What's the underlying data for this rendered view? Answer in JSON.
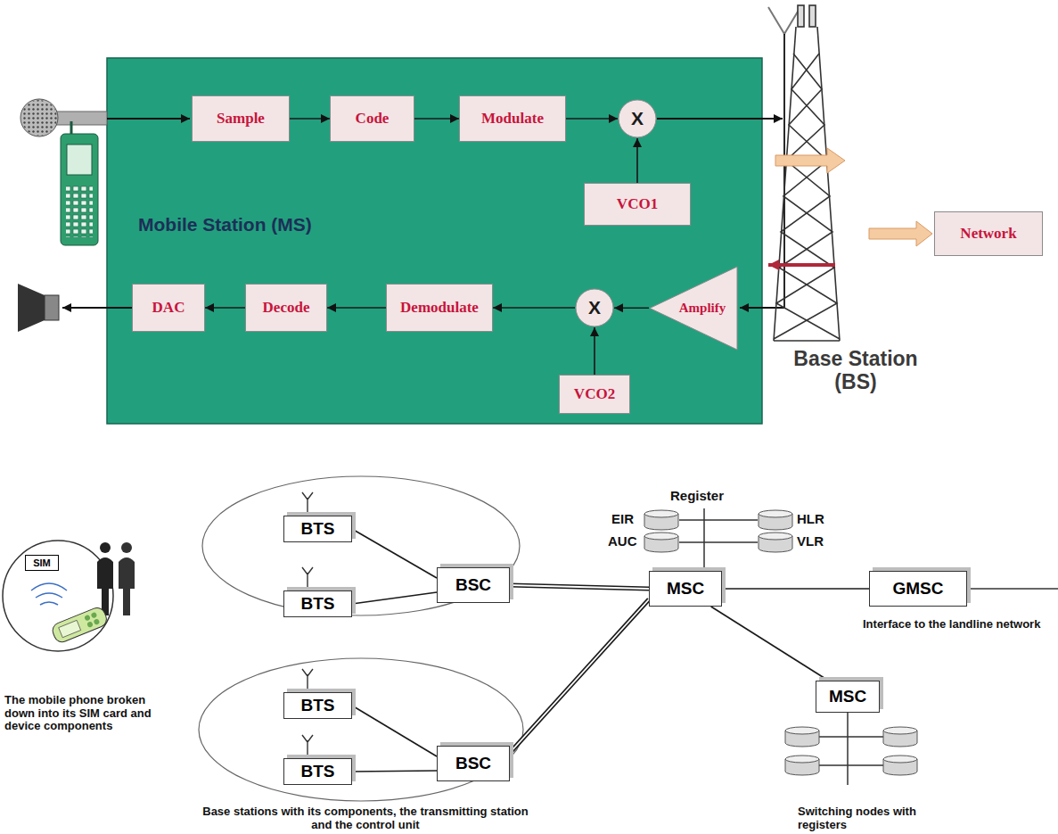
{
  "diagram": {
    "nodes": [
      {
        "text": [
          "Mobile Station (MS)"
        ]
      },
      {
        "text": [
          "Sample"
        ],
        "in": 0
      },
      {
        "text": [
          "Code"
        ],
        "in": 0
      },
      {
        "text": [
          "Modulate"
        ],
        "in": 0
      },
      {
        "text": [
          "X"
        ],
        "in": 0
      },
      {
        "text": [
          "VCO1"
        ],
        "in": 0
      },
      {
        "text": [
          "DAC"
        ],
        "in": 0
      },
      {
        "text": [
          "Decode"
        ],
        "in": 0
      },
      {
        "text": [
          "Demodulate"
        ],
        "in": 0
      },
      {
        "text": [
          "X"
        ],
        "in": 0
      },
      {
        "text": [
          "Amplify"
        ],
        "in": 0
      },
      {
        "text": [
          "VCO2"
        ],
        "in": 0
      },
      {
        "text": [
          "Network"
        ]
      },
      {
        "text": [
          "SIM"
        ]
      },
      {
        "text": [
          "BTS"
        ]
      },
      {
        "text": [
          "BTS"
        ]
      },
      {
        "text": [
          "BSC"
        ]
      },
      {
        "text": [
          "MSC"
        ]
      },
      {
        "text": [
          "GMSC"
        ]
      },
      {
        "text": [
          "BTS"
        ]
      },
      {
        "text": [
          "BTS"
        ]
      },
      {
        "text": [
          "BSC"
        ]
      },
      {
        "text": [
          "MSC"
        ]
      }
    ],
    "edges": [
      {
        "from": 1,
        "to": 2,
        "arrow": "to"
      },
      {
        "from": 2,
        "to": 3,
        "arrow": "to"
      },
      {
        "from": 3,
        "to": 4,
        "arrow": "to"
      },
      {
        "from": 5,
        "to": 4,
        "arrow": "to"
      },
      {
        "from": 10,
        "to": 9,
        "arrow": "to"
      },
      {
        "from": 9,
        "to": 8,
        "arrow": "to"
      },
      {
        "from": 11,
        "to": 9,
        "arrow": "to"
      },
      {
        "from": 8,
        "to": 7,
        "arrow": "to"
      },
      {
        "from": 7,
        "to": 6,
        "arrow": "to"
      },
      {
        "from": 14,
        "to": 16,
        "arrow": "none"
      },
      {
        "from": 15,
        "to": 16,
        "arrow": "none"
      },
      {
        "from": 16,
        "to": 17,
        "arrow": "none"
      },
      {
        "from": 19,
        "to": 21,
        "arrow": "none"
      },
      {
        "from": 20,
        "to": 21,
        "arrow": "none"
      },
      {
        "from": 21,
        "to": 17,
        "arrow": "none"
      },
      {
        "from": 17,
        "to": 18,
        "arrow": "none"
      },
      {
        "from": 17,
        "to": 22,
        "arrow": "none"
      }
    ],
    "labels": [
      "Base Station (BS)",
      "Register",
      "EIR",
      "HLR",
      "AUC",
      "VLR",
      "Interface to the landline network",
      "The mobile phone broken down into its SIM card and device components",
      "Base stations with its components, the transmitting station and the control unit",
      "Switching nodes with registers"
    ]
  }
}
